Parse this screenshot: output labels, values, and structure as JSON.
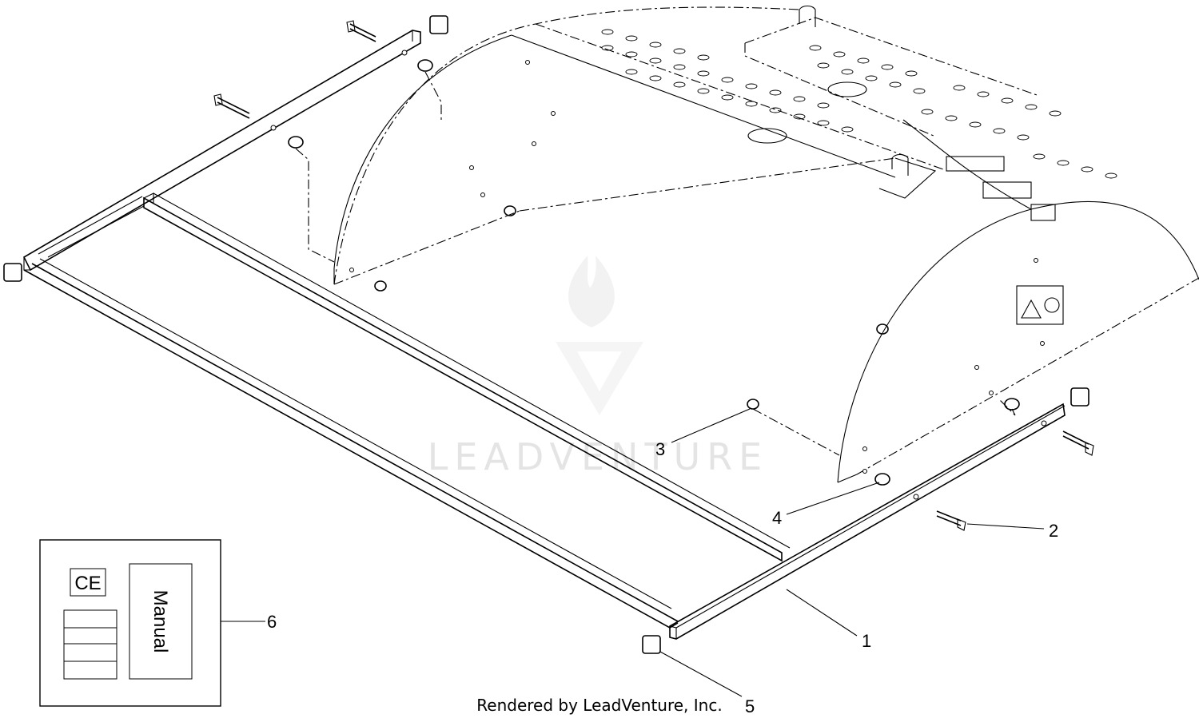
{
  "watermark": {
    "text": "LEADVENTURE"
  },
  "footer": {
    "credit": "Rendered by LeadVenture, Inc."
  },
  "kit_box": {
    "mark": "CE",
    "book": "Manual"
  },
  "callouts": [
    {
      "id": 1,
      "label": "1"
    },
    {
      "id": 2,
      "label": "2"
    },
    {
      "id": 3,
      "label": "3"
    },
    {
      "id": 4,
      "label": "4"
    },
    {
      "id": 5,
      "label": "5"
    },
    {
      "id": 6,
      "label": "6"
    }
  ]
}
